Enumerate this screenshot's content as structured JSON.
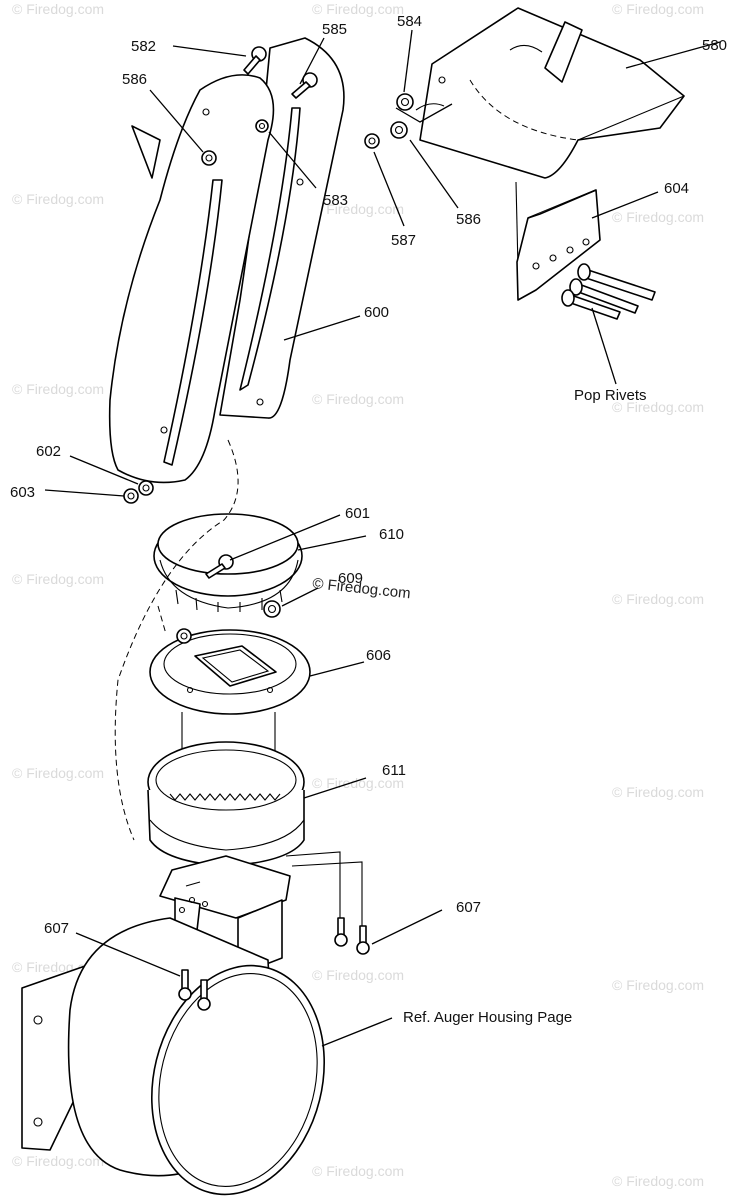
{
  "watermark": "© Firedog.com",
  "labels": {
    "p580": "580",
    "p582": "582",
    "p583": "583",
    "p584": "584",
    "p585": "585",
    "p586a": "586",
    "p586b": "586",
    "p587": "587",
    "p600": "600",
    "p601": "601",
    "p602": "602",
    "p603": "603",
    "p604": "604",
    "p606": "606",
    "p607a": "607",
    "p607b": "607",
    "p609": "609",
    "p610": "610",
    "p611": "611",
    "pop_rivets": "Pop Rivets",
    "ref_auger": "Ref. Auger Housing Page"
  }
}
